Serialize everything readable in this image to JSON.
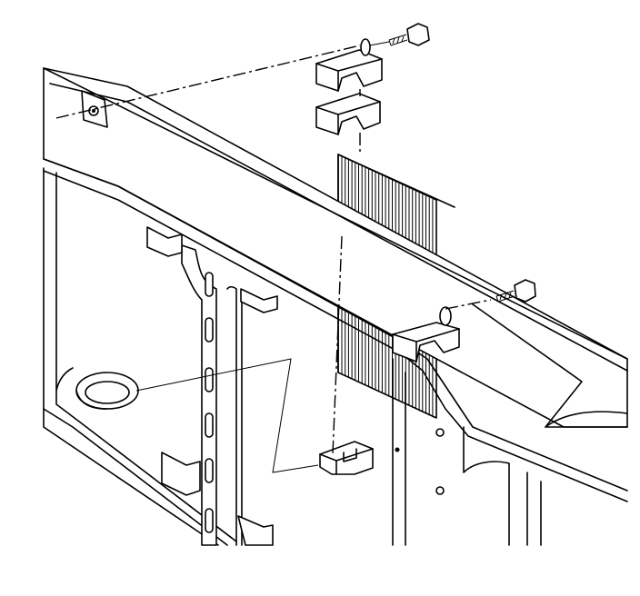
{
  "diagram": {
    "parts": [
      "radiator-upper-support",
      "radiator-core",
      "upper-insulator-cap",
      "upper-insulator",
      "lower-insulator",
      "mounting-bolt-top",
      "mounting-bolt-right",
      "support-bracket",
      "lower-tie-bar-opening"
    ],
    "colors": {
      "line": "#000000",
      "background": "#ffffff"
    }
  }
}
